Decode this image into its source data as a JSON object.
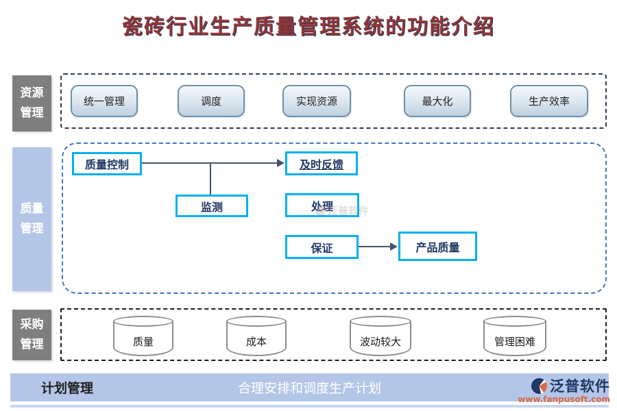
{
  "title": "瓷砖行业生产质量管理系统的功能介绍",
  "resource_section": {
    "sidebar": {
      "lines": [
        "资源",
        "管理"
      ]
    },
    "buttons": [
      "统一管理",
      "调度",
      "实现资源",
      "最大化",
      "生产效率"
    ]
  },
  "quality_section": {
    "sidebar": {
      "lines": [
        "质量",
        "管理"
      ]
    },
    "nodes": {
      "quality_control": "质量控制",
      "timely_feedback": "及时反馈",
      "monitoring": "监测",
      "handling": "处理",
      "guarantee": "保证",
      "product_quality": "产品质量"
    }
  },
  "procurement_section": {
    "sidebar": {
      "lines": [
        "采购",
        "管理"
      ]
    },
    "cylinders": [
      "质量",
      "成本",
      "波动较大",
      "管理困难"
    ]
  },
  "plan_section": {
    "label": "计划管理",
    "description": "合理安排和调度生产计划"
  },
  "watermark": "泛普软件",
  "logo": {
    "name": "泛普软件",
    "url": "www.fanpusoft.com"
  },
  "colors": {
    "title_red": "#943634",
    "title_shadow_navy": "#1f3864",
    "sidebar_gray": "#7f7f7f",
    "periwinkle_blue": "#b4c6e7",
    "flow_border_cyan": "#00b0f0",
    "flow_text_navy": "#1f3864",
    "quality_frame_blue": "#4472c4",
    "dark_frame": "#2c3a52",
    "connector_gray": "#44546a",
    "logo_navy": "#1f3864",
    "logo_orange": "#d96a4a"
  }
}
